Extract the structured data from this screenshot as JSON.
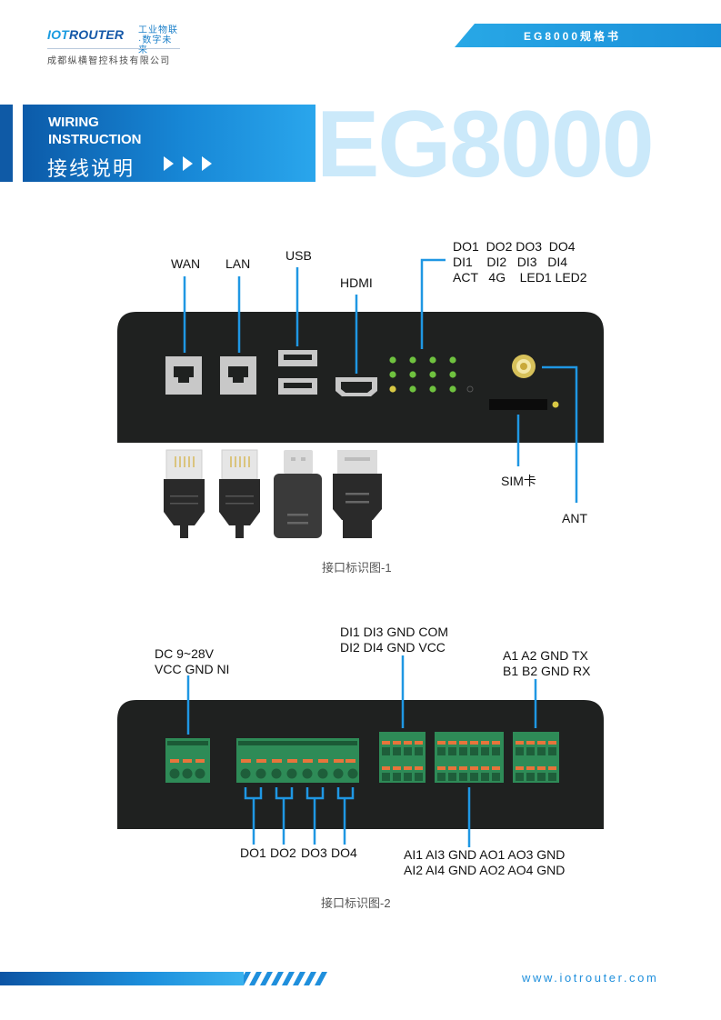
{
  "header": {
    "logo_prefix": "IOT",
    "logo_suffix": "ROUTER",
    "logo_cn": "工业物联·数字未来",
    "company": "成都纵横智控科技有限公司",
    "doc_title": "EG8000规格书"
  },
  "section": {
    "title_en_line1": "WIRING",
    "title_en_line2": "INSTRUCTION",
    "title_cn": "接线说明",
    "model_watermark": "EG8000"
  },
  "figure1": {
    "labels": {
      "wan": "WAN",
      "lan": "LAN",
      "usb": "USB",
      "hdmi": "HDMI",
      "leds_row1": "DO1  DO2 DO3  DO4",
      "leds_row2": "DI1    DI2   DI3   DI4",
      "leds_row3": "ACT   4G    LED1 LED2",
      "sim": "SIM卡",
      "ant": "ANT"
    },
    "caption": "接口标识图-1"
  },
  "figure2": {
    "labels": {
      "power_row1": "DC 9~28V",
      "power_row2": "VCC GND NI",
      "di_row1": "DI1 DI3 GND COM",
      "di_row2": "DI2 DI4 GND VCC",
      "serial_row1": "A1 A2 GND TX",
      "serial_row2": "B1 B2 GND RX",
      "do1": "DO1",
      "do2": "DO2",
      "do3": "DO3",
      "do4": "DO4",
      "analog_row1": "AI1 AI3 GND AO1 AO3 GND",
      "analog_row2": "AI2 AI4 GND AO2 AO4 GND"
    },
    "caption": "接口标识图-2"
  },
  "footer": {
    "url": "www.iotrouter.com"
  },
  "colors": {
    "accent": "#1f97e3",
    "device_body": "#1f2120",
    "terminal_green": "#2e8b57",
    "terminal_orange": "#e8743b",
    "led_green": "#6fc23f",
    "led_yellow": "#d8c844"
  }
}
